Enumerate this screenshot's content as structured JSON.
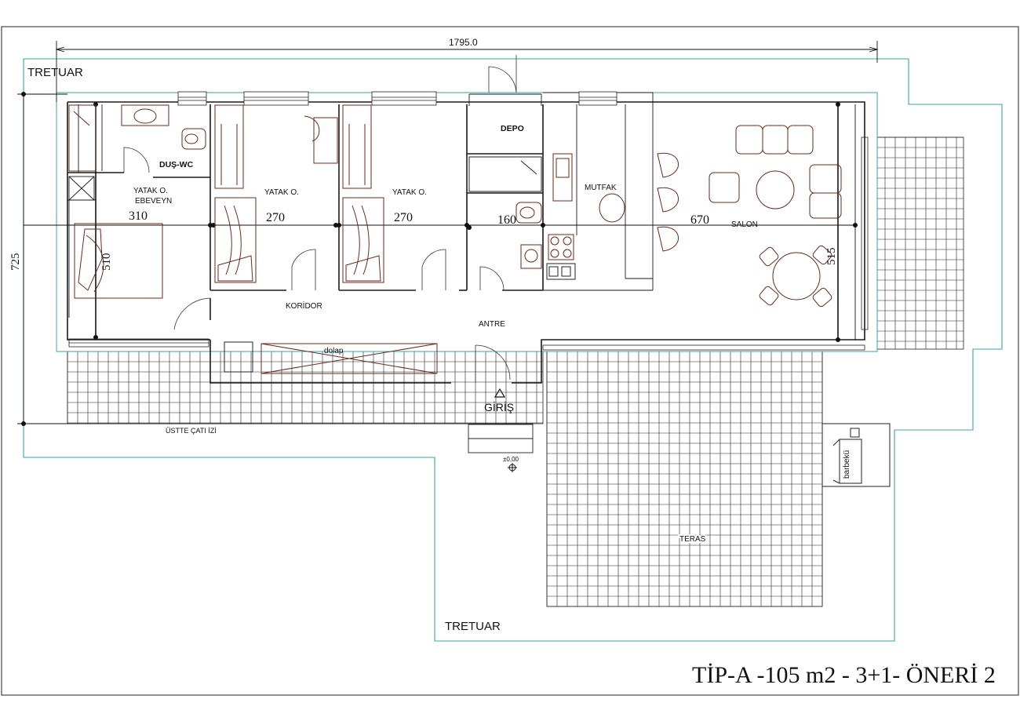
{
  "title": "TİP-A -105 m2 - 3+1- ÖNERİ 2",
  "dimensions": {
    "overall_width": "1795.0",
    "overall_depth": "725",
    "ebeveyn_width": "310",
    "ebeveyn_depth": "510",
    "bedroom2_width": "270",
    "bedroom3_width": "270",
    "bath_width": "160",
    "salon_width": "670",
    "salon_depth": "515"
  },
  "labels": {
    "tretuar_top": "TRETUAR",
    "tretuar_bottom": "TRETUAR",
    "dus_wc": "DUŞ-WC",
    "yatak_ebeveyn_1": "YATAK O.",
    "yatak_ebeveyn_2": "EBEVEYN",
    "yatak_2": "YATAK O.",
    "yatak_3": "YATAK O.",
    "depo": "DEPO",
    "mutfak": "MUTFAK",
    "salon": "SALON",
    "koridor": "KORİDOR",
    "antre": "ANTRE",
    "dolap": "dolap",
    "giris": "GİRİŞ",
    "ustte_cati": "ÜSTTE ÇATI İZİ",
    "level": "±0,00",
    "barbeku": "barbekü",
    "teras": "TERAS"
  },
  "colors": {
    "wall": "#1a1a1a",
    "outline": "#3aa6a8",
    "furniture": "#6b2a1a"
  }
}
